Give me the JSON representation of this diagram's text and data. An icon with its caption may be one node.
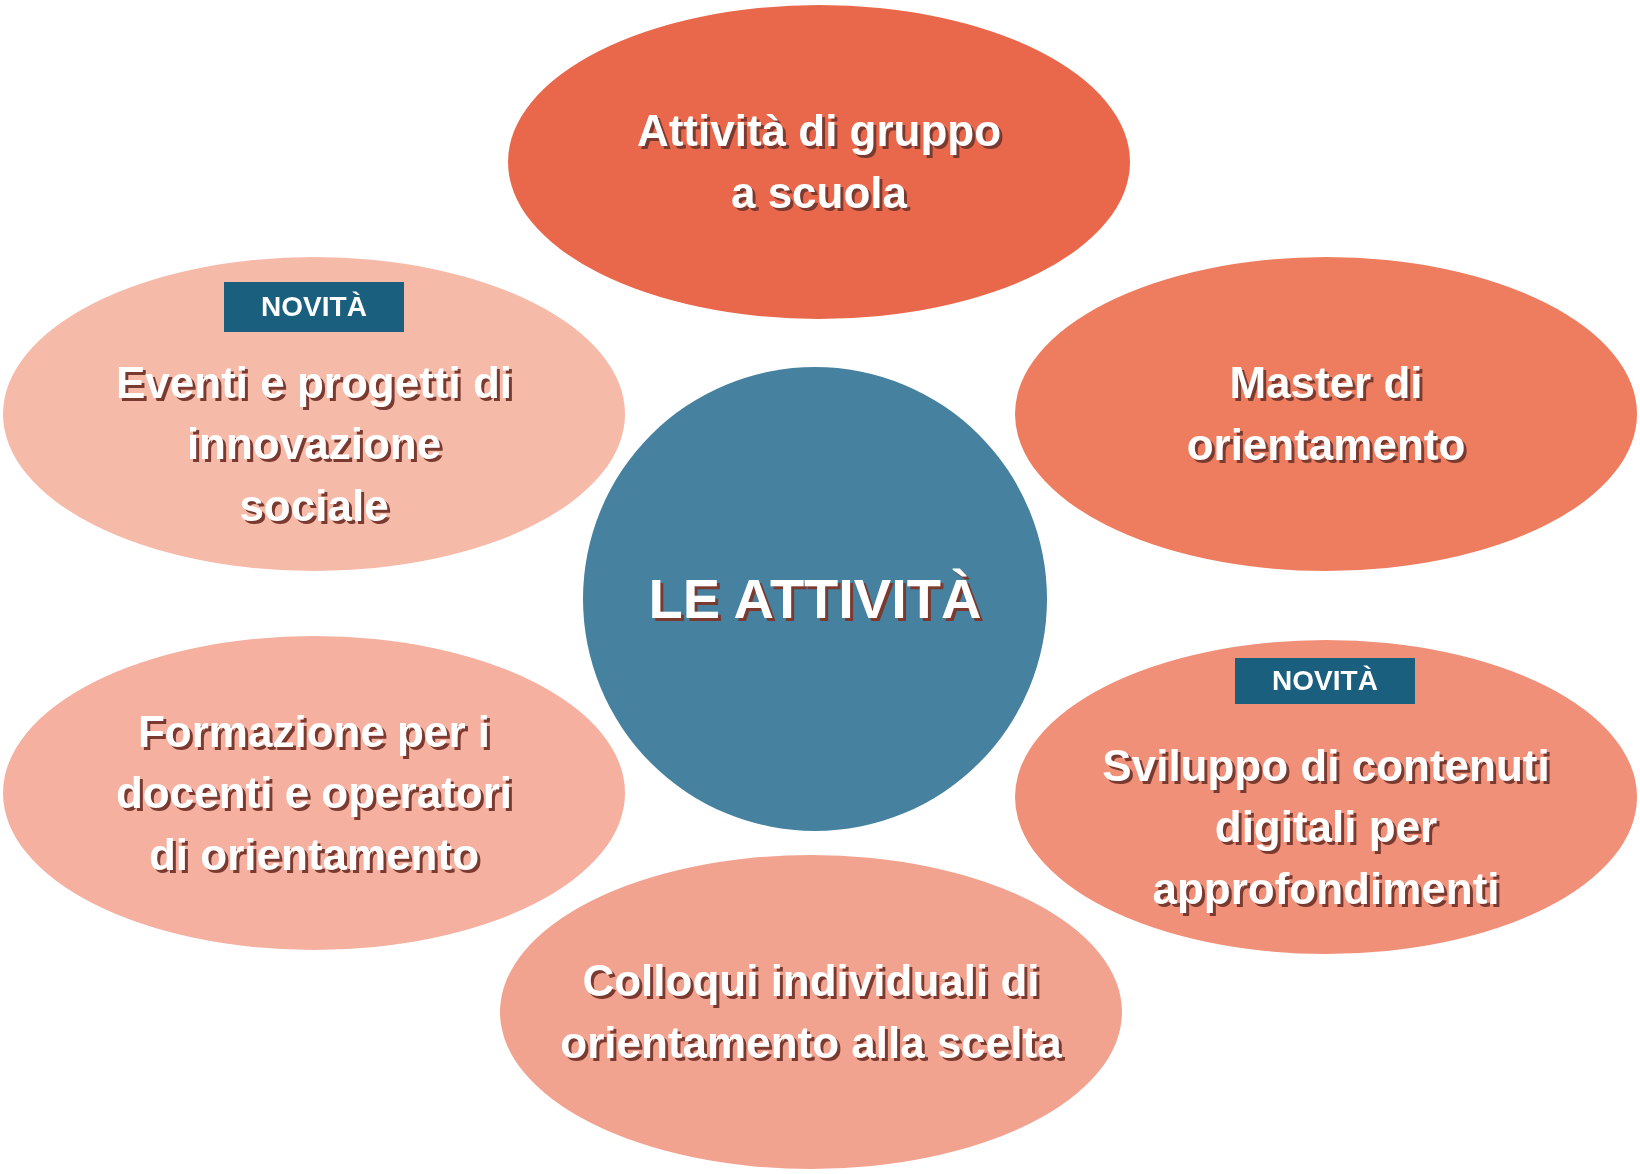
{
  "diagram": {
    "nodes": [
      {
        "text": [
          "LE ATTIVITÀ"
        ]
      },
      {
        "text": [
          "Attività di gruppo a scuola"
        ]
      },
      {
        "text": [
          "Master di orientamento"
        ]
      },
      {
        "text": [
          "Sviluppo di contenuti digitali per approfondimenti"
        ]
      },
      {
        "text": [
          "NOVITÀ"
        ],
        "in": 3
      },
      {
        "text": [
          "Colloqui individuali di orientamento alla scelta"
        ]
      },
      {
        "text": [
          "Formazione per i docenti e operatori di orientamento"
        ]
      },
      {
        "text": [
          "Eventi e progetti di innovazione sociale"
        ]
      },
      {
        "text": [
          "NOVITÀ"
        ],
        "in": 7
      }
    ]
  }
}
